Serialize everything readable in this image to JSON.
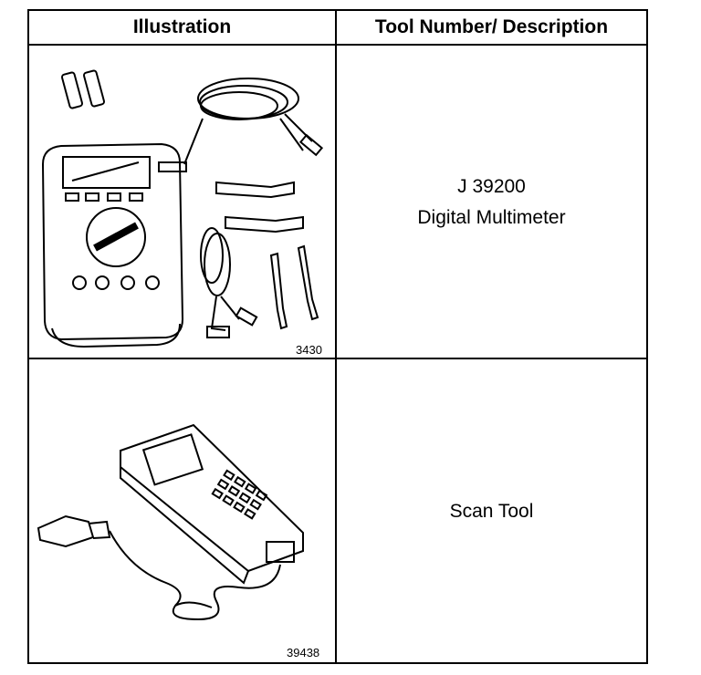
{
  "table": {
    "headers": [
      "Illustration",
      "Tool Number/ Description"
    ],
    "rows": [
      {
        "figure_number": "3430",
        "tool_number": "J 39200",
        "description": "Digital Multimeter",
        "icon": "digital-multimeter-illustration"
      },
      {
        "figure_number": "39438",
        "tool_number": "",
        "description": "Scan Tool",
        "icon": "scan-tool-illustration"
      }
    ]
  }
}
